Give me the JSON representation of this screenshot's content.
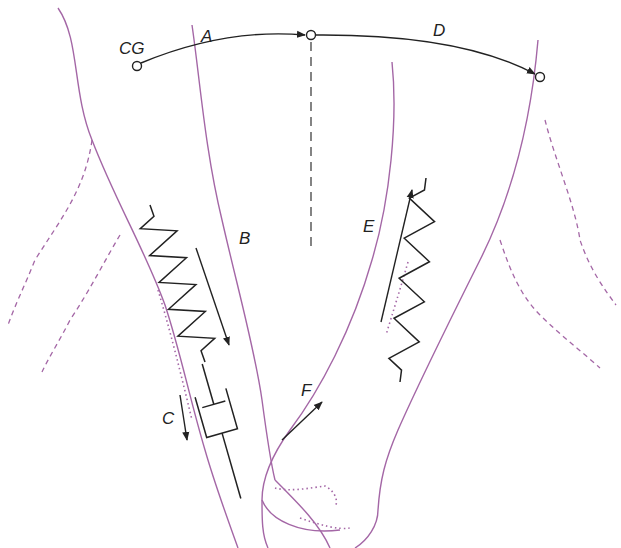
{
  "diagram": {
    "labels": [
      "CG",
      "A",
      "B",
      "C",
      "D",
      "E",
      "F"
    ]
  }
}
